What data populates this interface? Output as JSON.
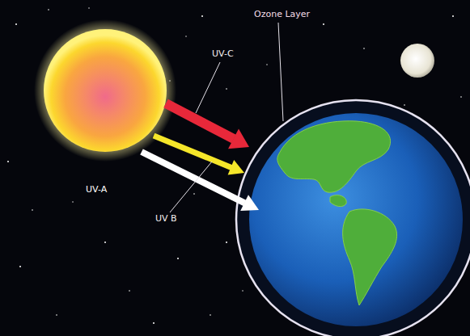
{
  "diagram": {
    "labels": [
      "Ozone Layer",
      "UV-C",
      "UV-A",
      "UV B"
    ]
  }
}
